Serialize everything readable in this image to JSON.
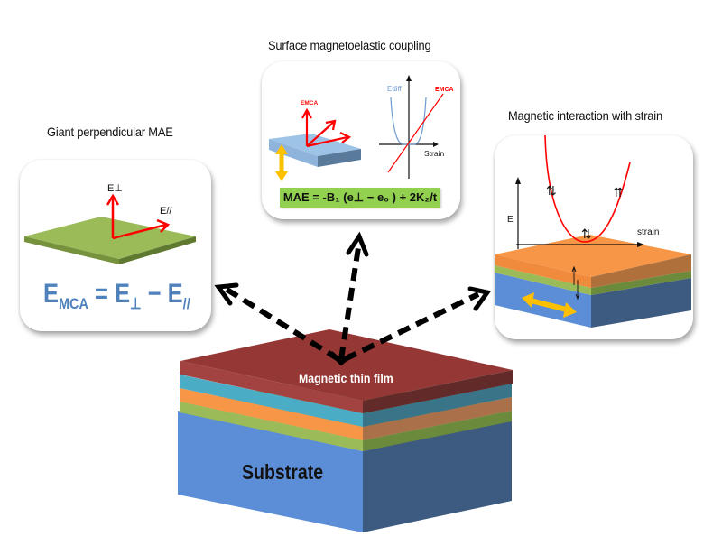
{
  "panels": {
    "left": {
      "title": "Giant perpendicular MAE",
      "axis_perp_label": "E⊥",
      "axis_par_label": "E//",
      "formula": {
        "lhs_main": "E",
        "lhs_sub": "MCA",
        "eq": " = ",
        "t1_main": "E",
        "t1_sub": "⊥",
        "minus": " − ",
        "t2_main": "E",
        "t2_sub": "//"
      }
    },
    "middle": {
      "title": "Surface magnetoelastic coupling",
      "arrow_label": "EMCA",
      "plot": {
        "curve_label_diff": "Ediff",
        "curve_label_mca": "EMCA",
        "x_axis_label": "Strain"
      },
      "formula": "MAE = -B₁ (e⊥ − e₀ ) + 2K₂/t"
    },
    "right": {
      "title": "Magnetic interaction with strain",
      "y_axis_label": "E",
      "x_axis_label": "strain",
      "spin_left": "⇅",
      "spin_bottom": "⇅",
      "spin_right": "⇈"
    }
  },
  "stack": {
    "top_label": "Magnetic thin film",
    "substrate_label": "Substrate"
  },
  "colors": {
    "film": "#953735",
    "cyan": "#4bacc6",
    "orange": "#f79646",
    "green": "#9bbb59",
    "substrate": "#5b8ed6",
    "substrate_dark": "#3d5a80",
    "red_arrow": "#ff0000",
    "formula_blue": "#4f81bd",
    "formula_box": "#92d050",
    "yellow_arrow": "#ffc000"
  }
}
